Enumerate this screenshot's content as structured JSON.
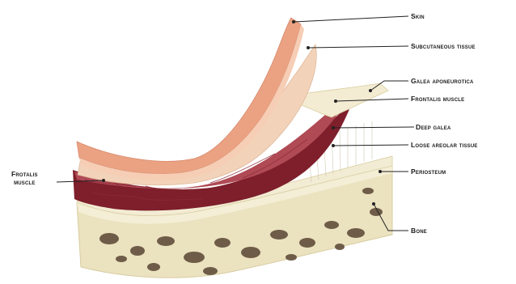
{
  "labels": {
    "skin": "Skin",
    "subcutaneous": "Subcutaneous tissue",
    "galea": "Galea aponeurotica",
    "frontalis": "Frontalis muscle",
    "deep_galea": "Deep galea",
    "loose_areolar": "Loose areolar tissue",
    "periosteum": "Periosteum",
    "bone": "Bone",
    "frotalis_left_line1": "Frotalis",
    "frotalis_left_line2": "muscle"
  },
  "colors": {
    "skin": "#eaa283",
    "subcutaneous": "#f2d3ba",
    "galea": "#efe8cf",
    "frontalis": "#b04a55",
    "deep_muscle": "#7e1f2b",
    "bone": "#ebe2bf",
    "bone_spots": "#6e5c48",
    "leader": "#222222"
  }
}
